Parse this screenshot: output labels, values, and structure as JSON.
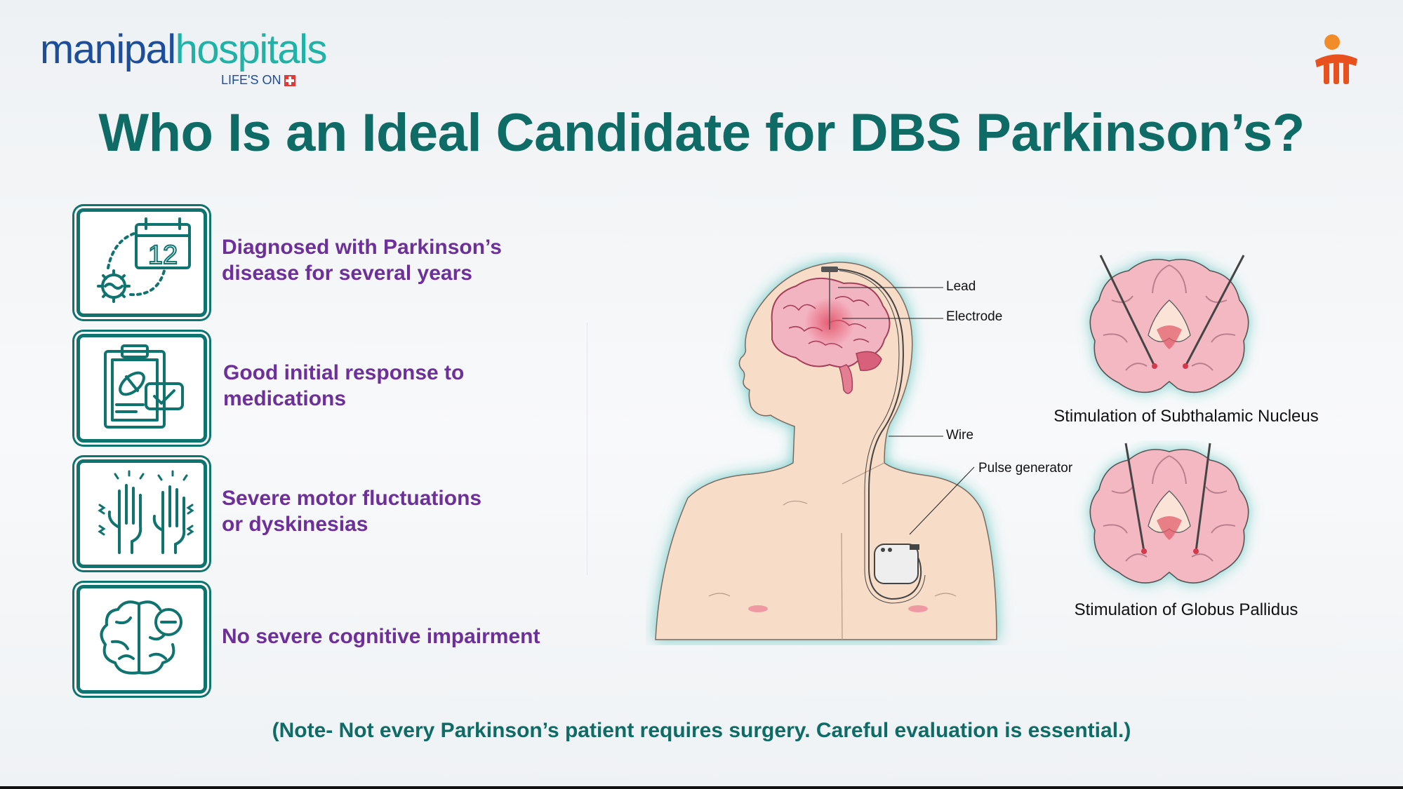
{
  "brand": {
    "name_part1": "manipal",
    "name_part2": "hospitals",
    "tagline": "LIFE'S ON"
  },
  "title": "Who Is an Ideal Candidate for DBS Parkinson’s?",
  "criteria": [
    {
      "icon": "calendar-virus-icon",
      "line1": "Diagnosed with Parkinson’s",
      "line2": "disease for several years"
    },
    {
      "icon": "clipboard-pill-check-icon",
      "line1": "Good initial response to",
      "line2": "medications"
    },
    {
      "icon": "trembling-hands-icon",
      "line1": "Severe motor fluctuations",
      "line2": "or dyskinesias"
    },
    {
      "icon": "brain-minus-icon",
      "line1": "No severe cognitive impairment",
      "line2": ""
    }
  ],
  "diagram": {
    "calendar_number": "12",
    "labels": {
      "lead": "Lead",
      "electrode": "Electrode",
      "wire": "Wire",
      "pulse_generator": "Pulse generator"
    },
    "captions": {
      "stn": "Stimulation of Subthalamic Nucleus",
      "gp": "Stimulation of Globus Pallidus"
    }
  },
  "note": "(Note- Not every Parkinson’s patient requires surgery. Careful evaluation is essential.)",
  "colors": {
    "title": "#0e6b65",
    "criteria_text": "#6d2f9a",
    "icon_border": "#0f7470",
    "brand_blue": "#1d4e9b",
    "brand_teal": "#1fb3a8",
    "skin": "#f7dcc8",
    "brain_pink": "#f1a5b5"
  }
}
